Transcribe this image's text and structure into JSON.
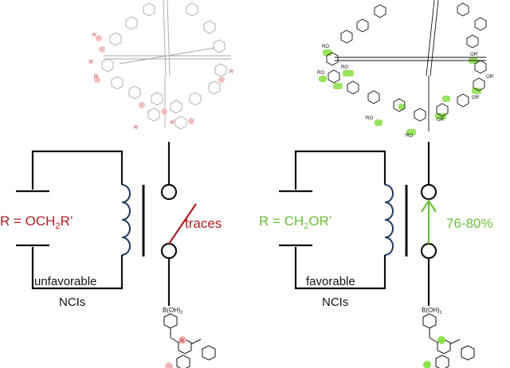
{
  "left": {
    "r_prefix": "R = OCH",
    "r_sub": "2",
    "r_suffix": "R’",
    "switch_label": "traces",
    "nci_quality": "unfavorable",
    "nci_word": "NCIs",
    "molecule_top_sub": "R",
    "molecule_top_label": "B(OH)",
    "molecule_top_label_sub": "2",
    "cage_labels": [
      "R'",
      "R'",
      "R'",
      "R'",
      "R'",
      "R'"
    ]
  },
  "right": {
    "r_prefix": "R = CH",
    "r_sub": "2",
    "r_suffix": "OR’",
    "switch_label": "76-80%",
    "nci_quality": "favorable",
    "nci_word": "NCIs",
    "molecule_top_label": "B(OH)",
    "molecule_top_label_sub": "2",
    "cage_labels": [
      "RO",
      "RO",
      "RO",
      "OR'",
      "OR'",
      "OR'",
      "'RO",
      "'RO",
      "OR'"
    ]
  },
  "colors": {
    "unfavorable": "#b01e23",
    "favorable": "#6cbf3a",
    "coil": "#1f3a5f",
    "line": "#111111",
    "highlight_red": "#f2b6b6",
    "highlight_green": "#8ee04f",
    "cage_gray": "#9a9a9a"
  }
}
